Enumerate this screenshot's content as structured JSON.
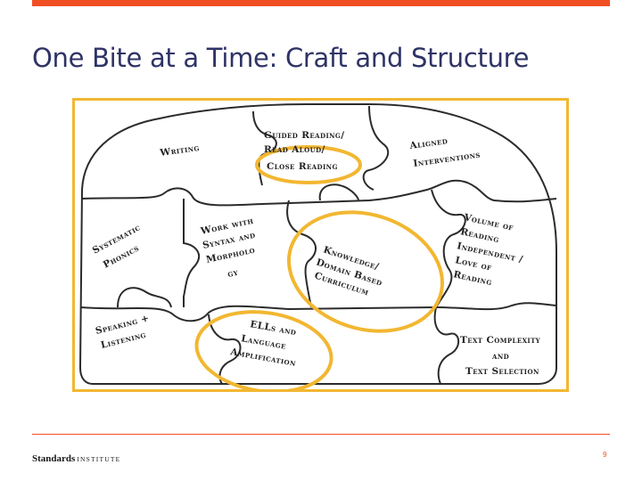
{
  "slide": {
    "title": "One Bite at a Time: Craft and Structure",
    "page_number": "9"
  },
  "logo": {
    "word1": "Standards",
    "word2": "INSTITUTE"
  },
  "puzzle": {
    "writing": "Writing",
    "guided_reading_1": "Guided Reading/",
    "guided_reading_2": "Read Aloud/",
    "close_reading": "Close Reading",
    "aligned_1": "Aligned",
    "aligned_2": "Interventions",
    "systematic_1": "Systematic",
    "systematic_2": "Phonics",
    "work_1": "Work with",
    "work_2": "Syntax and",
    "work_3": "Morpholo",
    "work_4": "gy",
    "knowledge_1": "Knowledge/",
    "knowledge_2": "Domain Based",
    "knowledge_3": "Curriculum",
    "volume_1": "Volume of",
    "volume_2": "Reading",
    "volume_3": "Independent /",
    "volume_4": "Love of",
    "volume_5": "Reading",
    "speaking_1": "Speaking +",
    "speaking_2": "Listening",
    "ells_1": "ELLs and",
    "ells_2": "Language",
    "ells_3": "Amplification",
    "complexity_1": "Text Complexity",
    "complexity_2": "and",
    "complexity_3": "Text Selection"
  },
  "colors": {
    "accent_orange": "#f04e23",
    "title_navy": "#2e3366",
    "highlight_gold": "#f2b731"
  }
}
